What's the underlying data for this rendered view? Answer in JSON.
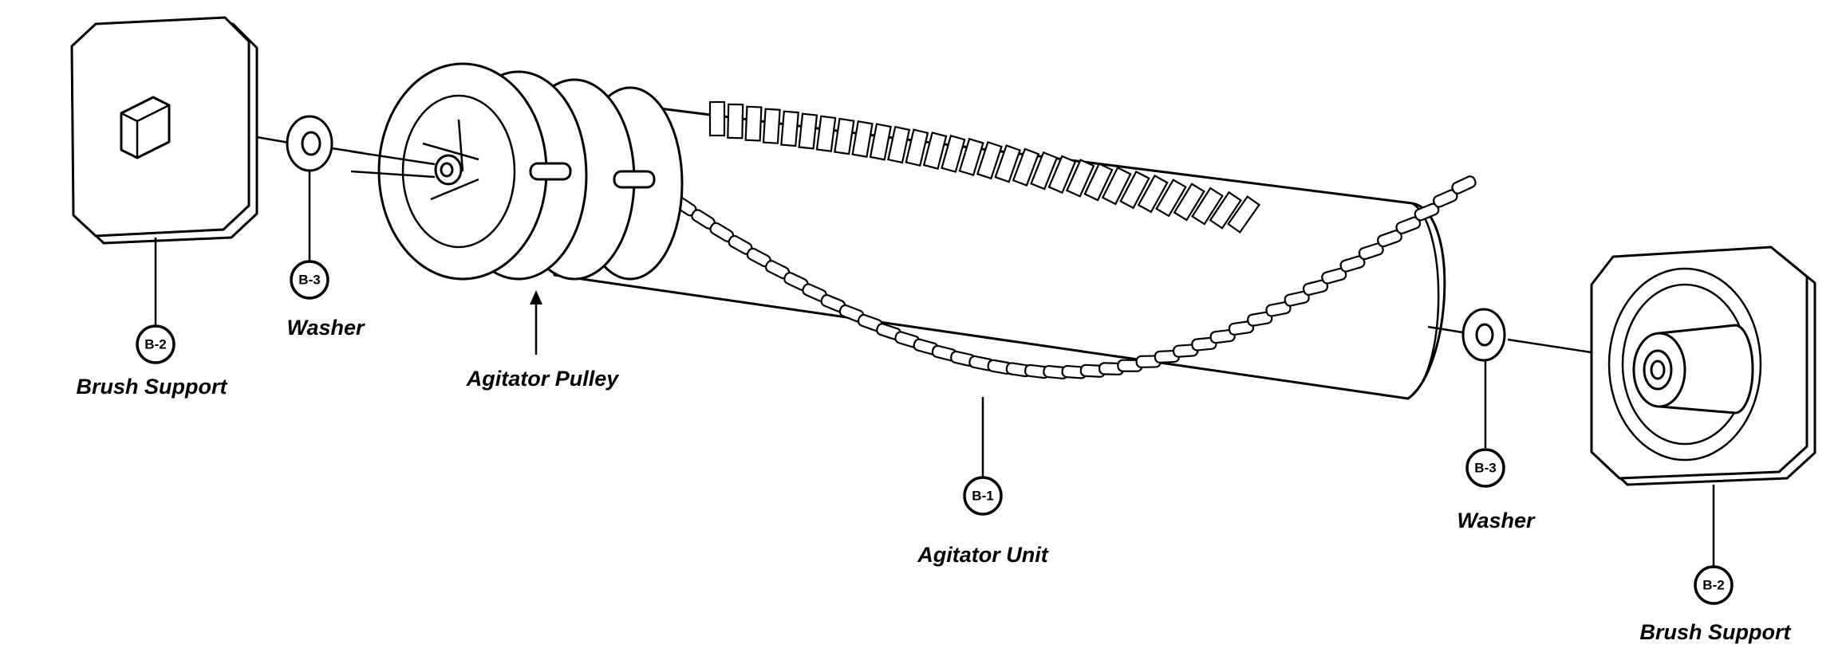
{
  "callouts": [
    {
      "id": "b2-left",
      "code": "B-2",
      "label": "Brush Support"
    },
    {
      "id": "b3-left",
      "code": "B-3",
      "label": "Washer"
    },
    {
      "id": "pulley",
      "code": "",
      "label": "Agitator Pulley"
    },
    {
      "id": "b1",
      "code": "B-1",
      "label": "Agitator Unit"
    },
    {
      "id": "b3-right",
      "code": "B-3",
      "label": "Washer"
    },
    {
      "id": "b2-right",
      "code": "B-2",
      "label": "Brush Support"
    }
  ]
}
